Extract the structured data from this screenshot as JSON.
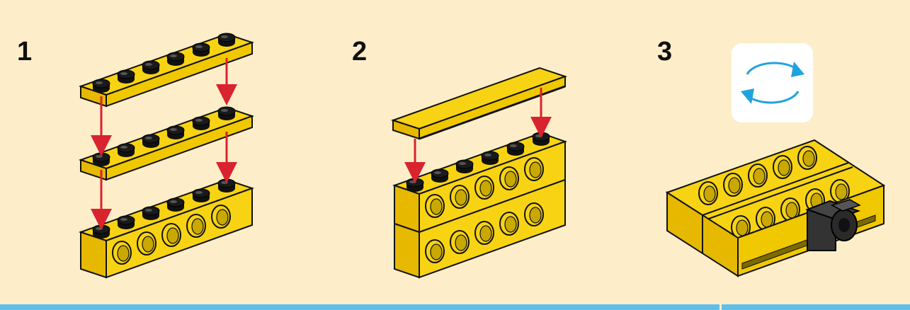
{
  "steps": [
    {
      "number": "1"
    },
    {
      "number": "2"
    },
    {
      "number": "3"
    }
  ],
  "icons": {
    "rotate": "rotate-icon"
  },
  "colors": {
    "background": "#fdeec9",
    "brick": "#f7d314",
    "arrow": "#d9232e",
    "accent": "#5ec0ea",
    "rotate": "#1fa3df"
  }
}
